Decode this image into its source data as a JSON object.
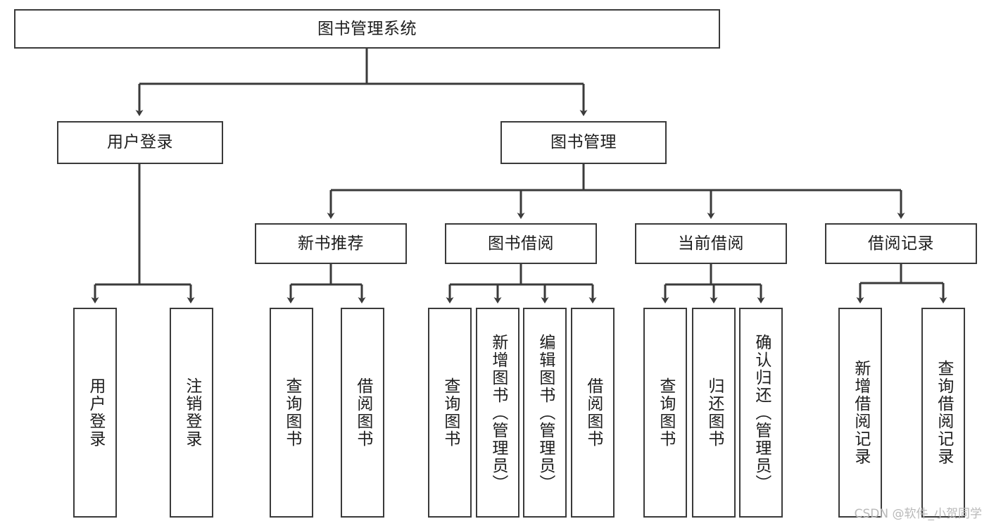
{
  "diagram": {
    "title": "图书管理系统",
    "watermark": "CSDN @软件_小贺同学",
    "stroke_color": "#3a3a3a",
    "fill_color": "#ffffff",
    "text_color": "#1d1d1d",
    "watermark_color": "#b9b9b9",
    "root": {
      "label": "图书管理系统"
    },
    "level2": [
      {
        "label": "用户登录"
      },
      {
        "label": "图书管理"
      }
    ],
    "level3": [
      {
        "label": "新书推荐"
      },
      {
        "label": "图书借阅"
      },
      {
        "label": "当前借阅"
      },
      {
        "label": "借阅记录"
      }
    ],
    "leaves": {
      "user_login": [
        {
          "label": "用户登录"
        },
        {
          "label": "注销登录"
        }
      ],
      "new_book": [
        {
          "label": "查询图书"
        },
        {
          "label": "借阅图书"
        }
      ],
      "book_borrow": [
        {
          "label": "查询图书"
        },
        {
          "label": "新增图书（管理员）"
        },
        {
          "label": "编辑图书（管理员）"
        },
        {
          "label": "借阅图书"
        }
      ],
      "current_borrow": [
        {
          "label": "查询图书"
        },
        {
          "label": "归还图书"
        },
        {
          "label": "确认归还（管理员）"
        }
      ],
      "borrow_record": [
        {
          "label": "新增借阅记录"
        },
        {
          "label": "查询借阅记录"
        }
      ]
    }
  }
}
